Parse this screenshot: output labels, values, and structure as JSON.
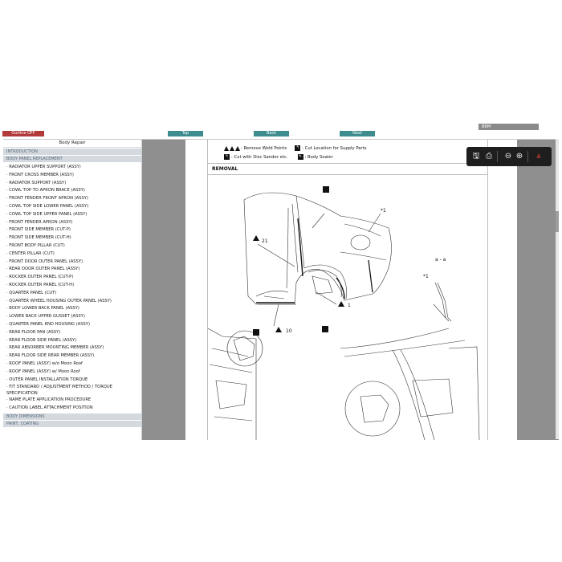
{
  "toolbar": {
    "outline_label": "Outline OFF",
    "top_label": "Top",
    "back_label": "Back",
    "next_label": "Next",
    "brm_label": "BRM",
    "colors": {
      "outline": "#b23a3a",
      "nav": "#3f8c8f"
    }
  },
  "sidebar": {
    "title": "Body Repair",
    "section_intro": "INTRODUCTION",
    "section_panel": "BODY PANEL REPLACEMENT",
    "items": [
      "· RADIATOR UPPER SUPPORT (ASSY)",
      "· FRONT CROSS MEMBER (ASSY)",
      "· RADIATOR SUPPORT (ASSY)",
      "· COWL TOP TO APRON BRACE (ASSY)",
      "· FRONT FENDER FRONT APRON (ASSY)",
      "· COWL TOP SIDE LOWER PANEL (ASSY)",
      "· COWL TOP SIDE UPPER PANEL (ASSY)",
      "· FRONT FENDER APRON (ASSY)",
      "· FRONT SIDE MEMBER (CUT-P)",
      "· FRONT SIDE MEMBER (CUT-H)",
      "· FRONT BODY PILLAR (CUT)",
      "· CENTER PILLAR (CUT)",
      "· FRONT DOOR OUTER PANEL (ASSY)",
      "· REAR DOOR OUTER PANEL (ASSY)",
      "· ROCKER OUTER PANEL (CUT-P)",
      "· ROCKER OUTER PANEL (CUT-H)",
      "· QUARTER PANEL (CUT)",
      "· QUARTER WHEEL HOUSING OUTER PANEL (ASSY)",
      "· BODY LOWER BACK PANEL (ASSY)",
      "· LOWER BACK UPPER GUSSET (ASSY)",
      "· QUARTER PANEL END HOUSING (ASSY)",
      "· REAR FLOOR PAN (ASSY)",
      "· REAR FLOOR SIDE PANEL (ASSY)",
      "· REAR ABSORBER MOUNTING MEMBER (ASSY)",
      "· REAR FLOOR SIDE REAR MEMBER (ASSY)",
      "· ROOF PANEL (ASSY) w/o Moon Roof",
      "· ROOF PANEL (ASSY) w/ Moon Roof",
      "· OUTER PANEL INSTALLATION TORQUE"
    ],
    "item_fit": "· FIT STANDARD / ADJUSTMENT METHOD / TORQUE SPECIFICATION",
    "items_tail": [
      "· NAME PLATE APPLICATION PROCEDURE",
      "· CAUTION LABEL ATTACHMENT POSITION"
    ],
    "section_dimensions": "BODY DIMENSIONS",
    "section_paint": "PAINT, COATING"
  },
  "legend": {
    "remove_weld": ": Remove Weld Points",
    "cut_location": ": Cut Location for Supply Parts",
    "cut_disc": ": Cut with Disc Sander etc.",
    "body_sealer": ": Body Sealer"
  },
  "content": {
    "heading": "REMOVAL"
  },
  "callouts": {
    "c21": "21",
    "c1a": "1",
    "c10": "10",
    "star1": "*1",
    "star1b": "*1",
    "aa": "a - a"
  }
}
